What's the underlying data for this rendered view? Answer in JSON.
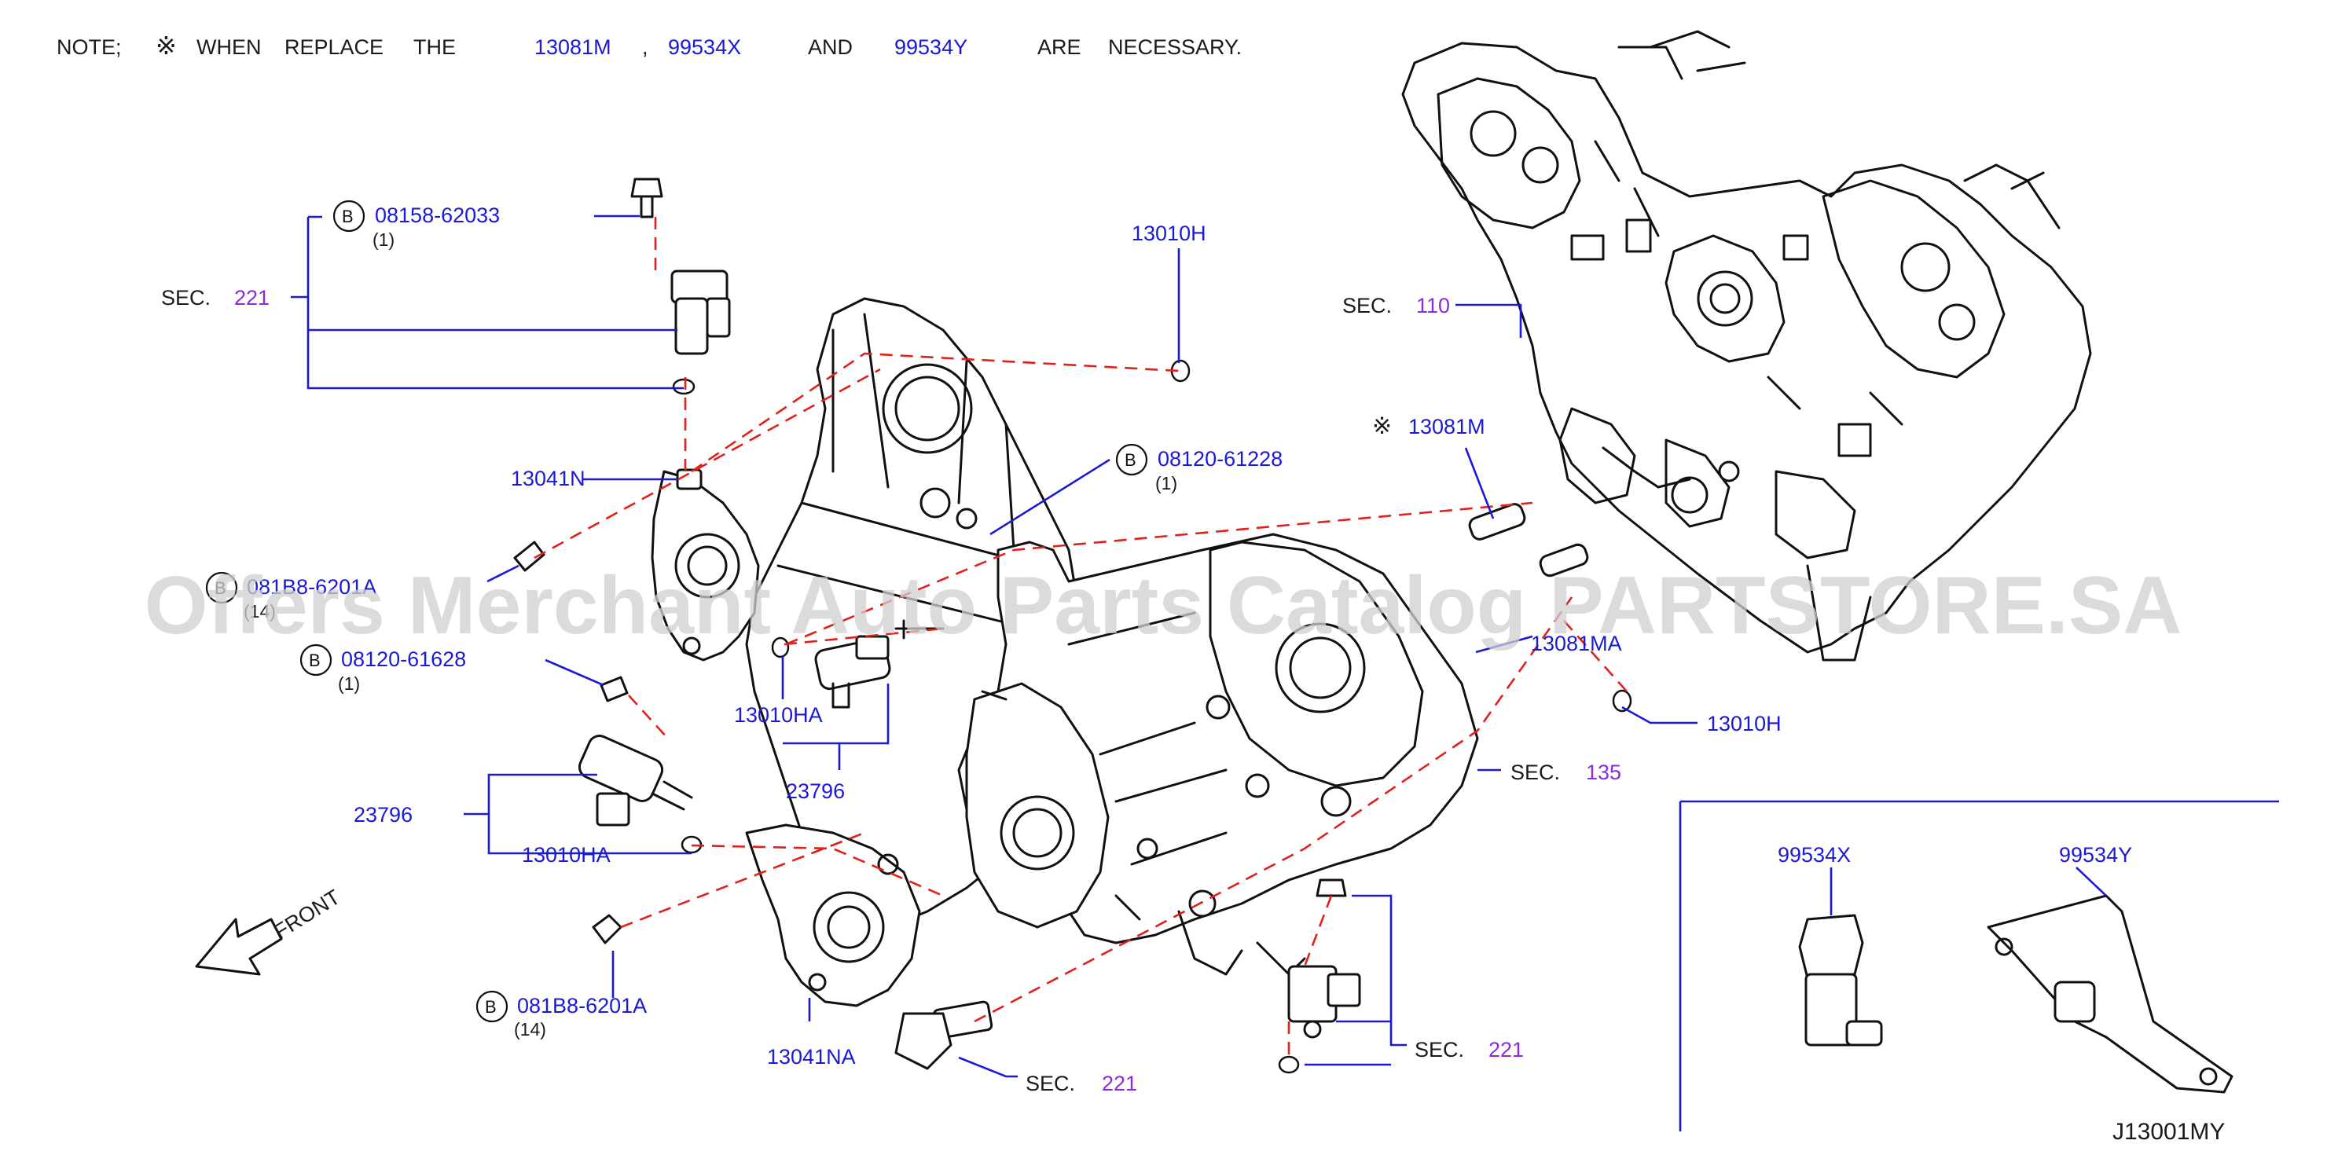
{
  "note": {
    "prefix": "NOTE;",
    "symbol": "※",
    "text1": "WHEN",
    "text2": "REPLACE",
    "text3": "THE",
    "part1": "13081M",
    "comma": ",",
    "part2": "99534X",
    "and": "AND",
    "part3": "99534Y",
    "text4": "ARE",
    "text5": "NECESSARY."
  },
  "watermark": "Offers Merchant Auto Parts Catalog PARTSTORE.SA",
  "sections": {
    "sec_label": "SEC.",
    "sec221_top": "221",
    "sec110": "110",
    "sec135": "135",
    "sec221_bottom": "221",
    "sec221_right": "221"
  },
  "bolts": {
    "b1_num": "08158-62033",
    "b1_qty": "(1)",
    "b2_num": "08120-61228",
    "b2_qty": "(1)",
    "b3_num": "081B8-6201A",
    "b3_qty": "(14)",
    "b4_num": "08120-61628",
    "b4_qty": "(1)",
    "b5_num": "081B8-6201A",
    "b5_qty": "(14)",
    "circle_letter": "B"
  },
  "parts": {
    "p13010H_top": "13010H",
    "p13041N": "13041N",
    "p13010HA_1": "13010HA",
    "p23796_1": "23796",
    "p23796_2": "23796",
    "p13010HA_2": "13010HA",
    "p13041NA": "13041NA",
    "p13081M_symbol": "※",
    "p13081M": "13081M",
    "p13081MA": "13081MA",
    "p13010H_right": "13010H",
    "p99534X": "99534X",
    "p99534Y": "99534Y"
  },
  "front_label": "FRONT",
  "diagram_code": "J13001MY",
  "colors": {
    "part_number": "#1a1ad6",
    "section_number": "#8a2be2",
    "dashed_line": "#e0201a",
    "ink": "#111111"
  }
}
